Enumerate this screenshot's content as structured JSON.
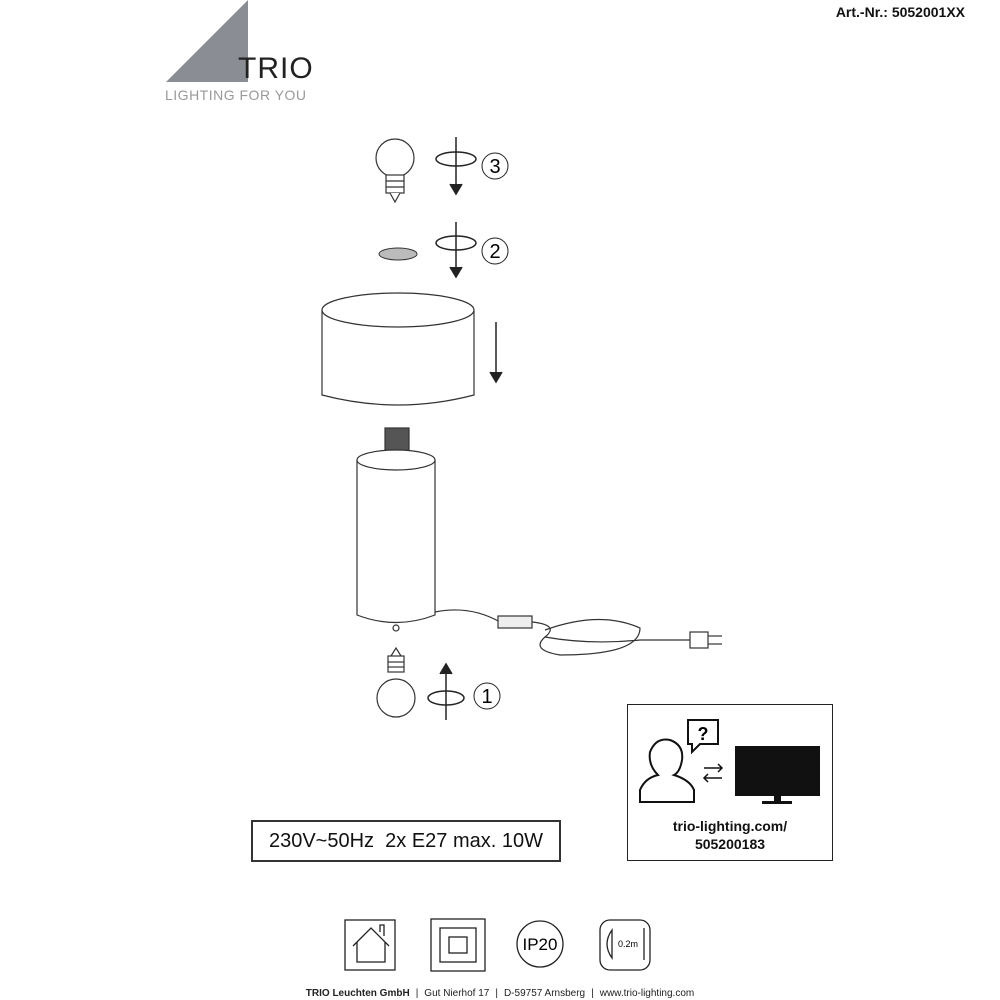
{
  "header": {
    "article_number": "Art.-Nr.: 5052001XX"
  },
  "logo": {
    "brand": "TRIO",
    "tagline": "LIGHTING FOR YOU"
  },
  "steps": [
    {
      "number": "1"
    },
    {
      "number": "2"
    },
    {
      "number": "3"
    }
  ],
  "specs": {
    "text": "230V~50Hz  2x E27 max. 10W"
  },
  "help": {
    "url_line1": "trio-lighting.com/",
    "url_line2": "505200183"
  },
  "symbols": {
    "ip_rating": "IP20",
    "distance": "0.2m"
  },
  "footer": {
    "company": "TRIO Leuchten GmbH",
    "street": "Gut Nierhof 17",
    "city": "D-59757 Arnsberg",
    "website": "www.trio-lighting.com",
    "separator": "|"
  }
}
